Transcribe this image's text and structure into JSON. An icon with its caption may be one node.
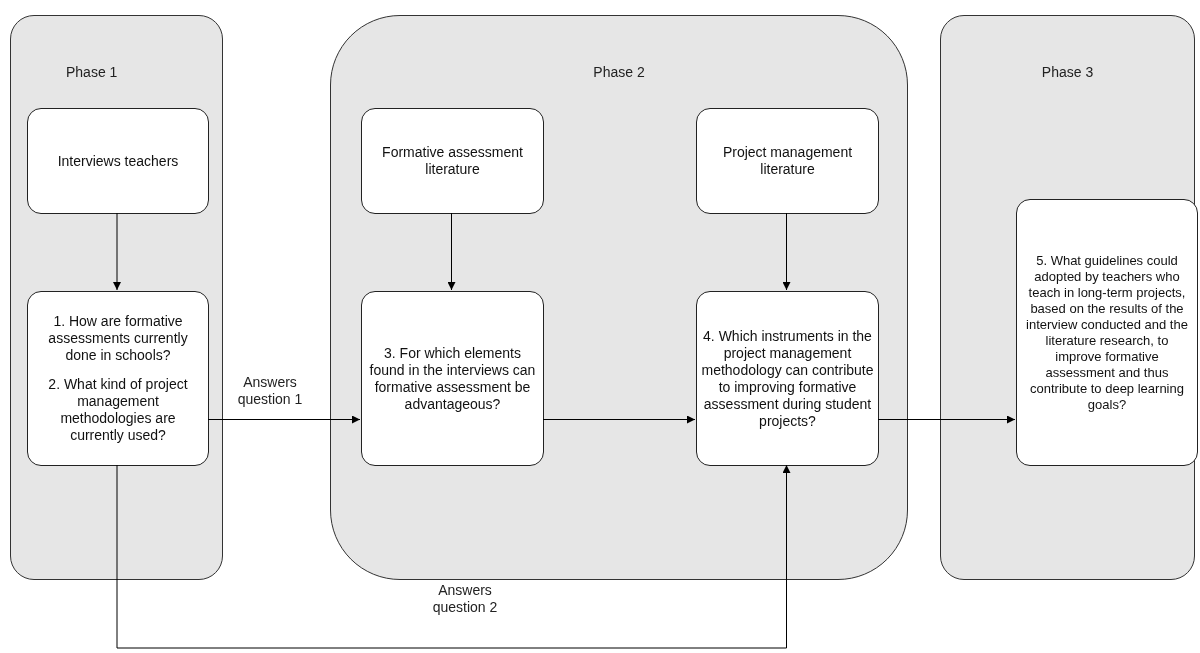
{
  "diagram": {
    "nodes": [
      {
        "text": [
          "Phase 1"
        ]
      },
      {
        "text": [
          "Interviews teachers"
        ],
        "in": 0
      },
      {
        "text": [
          "1. How are formative assessments currently done in schools?",
          "2. What kind of project management methodologies are currently used?"
        ],
        "in": 0
      },
      {
        "text": [
          "Phase 2"
        ]
      },
      {
        "text": [
          "Formative assessment literature"
        ],
        "in": 3
      },
      {
        "text": [
          "Project management literature"
        ],
        "in": 3
      },
      {
        "text": [
          "3. For which elements found in the interviews can formative assessment be advantageous?"
        ],
        "in": 3
      },
      {
        "text": [
          "4. Which instruments in the project management methodology can contribute to improving formative assessment during student projects?"
        ],
        "in": 3
      },
      {
        "text": [
          "Phase 3"
        ]
      },
      {
        "text": [
          "5. What guidelines could adopted by teachers who teach  in long-term projects, based on the results of the interview conducted and the literature research, to improve formative assessment and thus contribute to deep learning goals?"
        ],
        "in": 8
      }
    ],
    "edges": [
      {
        "from": 1,
        "to": 2,
        "arrow": "to"
      },
      {
        "from": 4,
        "to": 6,
        "arrow": "to"
      },
      {
        "from": 5,
        "to": 7,
        "arrow": "to"
      },
      {
        "from": 2,
        "to": 6,
        "arrow": "to",
        "label": "Answers question 1"
      },
      {
        "from": 6,
        "to": 7,
        "arrow": "to"
      },
      {
        "from": 7,
        "to": 9,
        "arrow": "to"
      },
      {
        "from": 2,
        "to": 7,
        "arrow": "to",
        "label": "Answers question 2"
      }
    ]
  }
}
